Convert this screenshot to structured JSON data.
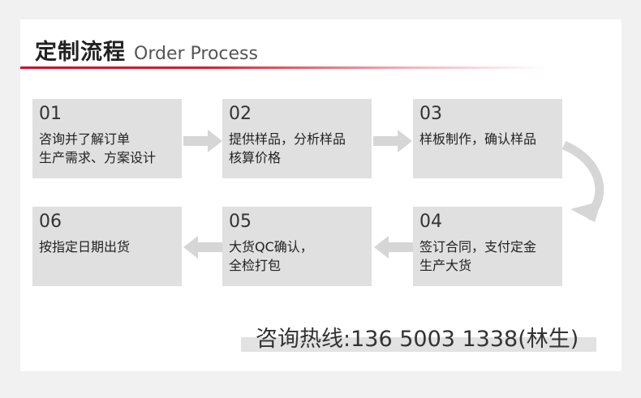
{
  "header": {
    "title_cn": "定制流程",
    "title_en": "Order Process"
  },
  "steps": [
    {
      "num": "01",
      "text": "咨询并了解订单\n生产需求、方案设计"
    },
    {
      "num": "02",
      "text": "提供样品，分析样品\n核算价格"
    },
    {
      "num": "03",
      "text": "样板制作，确认样品"
    },
    {
      "num": "04",
      "text": "签订合同，支付定金\n生产大货"
    },
    {
      "num": "05",
      "text": "大货QC确认，\n全检打包"
    },
    {
      "num": "06",
      "text": "按指定日期出货"
    }
  ],
  "contact": {
    "hotline": "咨询热线:136 5003 1338(林生)"
  },
  "colors": {
    "accent": "#c8102e",
    "box": "#e0e0e0",
    "arrow": "#d6d6d6"
  }
}
